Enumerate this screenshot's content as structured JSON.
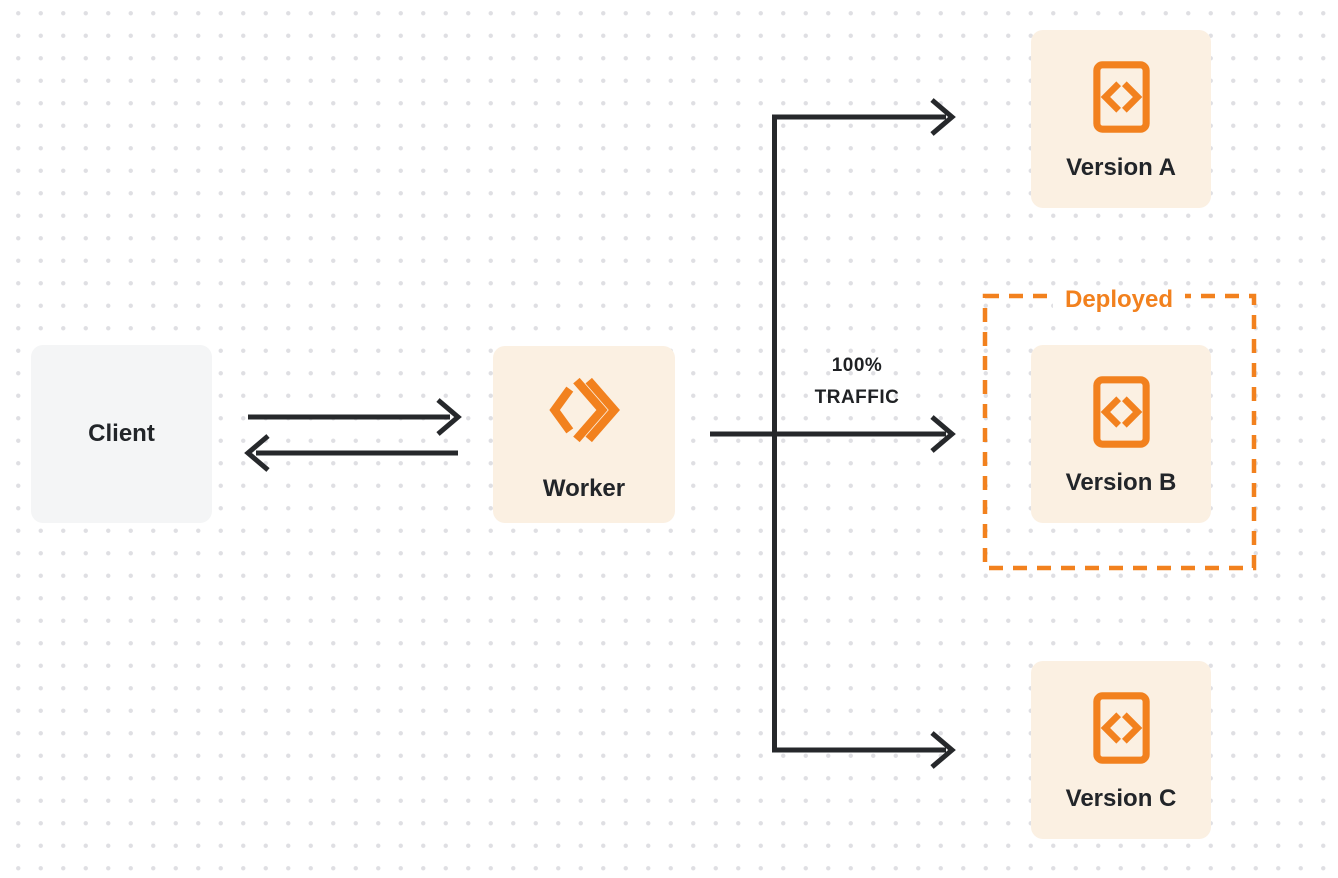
{
  "diagram": {
    "nodes": {
      "client": {
        "label": "Client"
      },
      "worker": {
        "label": "Worker"
      },
      "version_a": {
        "label": "Version A"
      },
      "version_b": {
        "label": "Version B",
        "status": "Deployed"
      },
      "version_c": {
        "label": "Version C"
      }
    },
    "annotations": {
      "deployed_label": "Deployed",
      "traffic_line1": "100%",
      "traffic_line2": "TRAFFIC"
    },
    "icons": {
      "worker": "cloudflare-workers-logo-icon",
      "version": "code-document-icon"
    },
    "colors": {
      "accent_orange": "#F2811E",
      "node_cream": "#FBF0E2",
      "node_gray": "#F4F5F6",
      "connector_dark": "#26282B",
      "text_dark": "#222529",
      "dot_grid": "#DFDFE3",
      "background": "#FFFFFF"
    }
  }
}
